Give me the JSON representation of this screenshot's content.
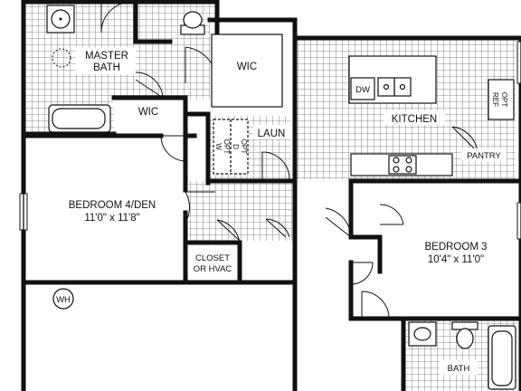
{
  "rooms": {
    "master_bath": [
      "MASTER",
      "BATH"
    ],
    "wic_upper": "WIC",
    "wic_lower": "WIC",
    "kitchen": "KITCHEN",
    "laundry": "LAUN",
    "pantry": "PANTRY",
    "bedroom4": {
      "name": "BEDROOM 4/DEN",
      "size": "11'0\" x 11'8\""
    },
    "closet": [
      "CLOSET",
      "OR HVAC"
    ],
    "bedroom3": {
      "name": "BEDROOM 3",
      "size": "10'4\" x 11'0\""
    },
    "bath": "BATH"
  },
  "appliances": {
    "dishwasher": "DW",
    "water_heater": "WH",
    "opt_ref": [
      "OPT",
      "REF"
    ],
    "opt_w": [
      "OPT",
      "W"
    ],
    "opt_d": [
      "OPT",
      "D"
    ]
  },
  "colors": {
    "wall": "#111111",
    "tile_grid": "#666666",
    "background": "#ffffff"
  }
}
